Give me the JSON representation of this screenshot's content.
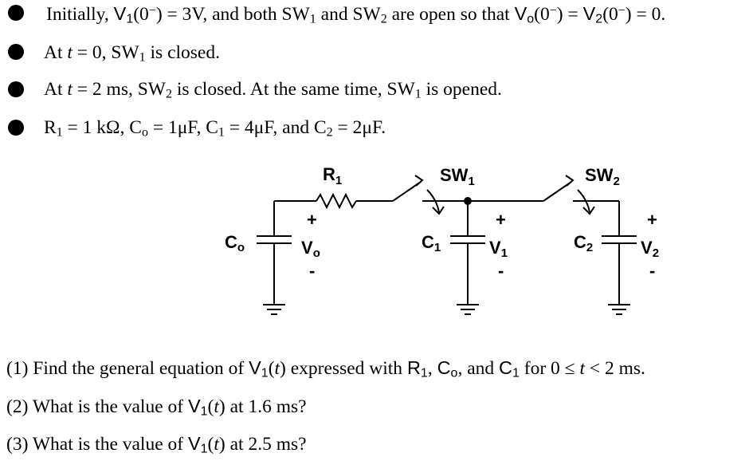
{
  "bullets": [
    [
      "Initially, ",
      "V",
      "1",
      "(0",
      "−",
      ") = 3V, and both SW",
      "1",
      " and SW",
      "2",
      " are open so that ",
      "V",
      "o",
      "(0",
      "−",
      ") = ",
      "V",
      "2",
      "(0",
      "−",
      ") = 0."
    ],
    [
      "At ",
      "t",
      " = 0, SW",
      "1",
      " is closed."
    ],
    [
      "At ",
      "t",
      " = 2 ms, SW",
      "2",
      " is closed. At the same time, SW",
      "1",
      " is opened."
    ],
    [
      "R",
      "1",
      " = 1 kΩ, C",
      "o",
      " = 1μF, C",
      "1",
      " = 4μF, and C",
      "2",
      " = 2μF."
    ]
  ],
  "circuit": {
    "r1_label": "R",
    "r1_sub": "1",
    "sw1_label": "SW",
    "sw1_sub": "1",
    "sw2_label": "SW",
    "sw2_sub": "2",
    "co_label": "C",
    "co_sub": "o",
    "c1_label": "C",
    "c1_sub": "1",
    "c2_label": "C",
    "c2_sub": "2",
    "vo_label": "V",
    "vo_sub": "o",
    "v1_label": "V",
    "v1_sub": "1",
    "v2_label": "V",
    "v2_sub": "2",
    "plus": "+",
    "minus": "-"
  },
  "questions": [
    [
      "(1) Find the general equation of ",
      "V",
      "1",
      "(",
      "t",
      ") expressed with ",
      "R",
      "1",
      ", ",
      "C",
      "o",
      ", and ",
      "C",
      "1",
      " for 0 ≤ ",
      "t",
      " < 2 ms."
    ],
    [
      "(2) What is the value of ",
      "V",
      "1",
      "(",
      "t",
      ") at 1.6 ms?"
    ],
    [
      "(3) What is the value of ",
      "V",
      "1",
      "(",
      "t",
      ") at 2.5 ms?"
    ]
  ]
}
